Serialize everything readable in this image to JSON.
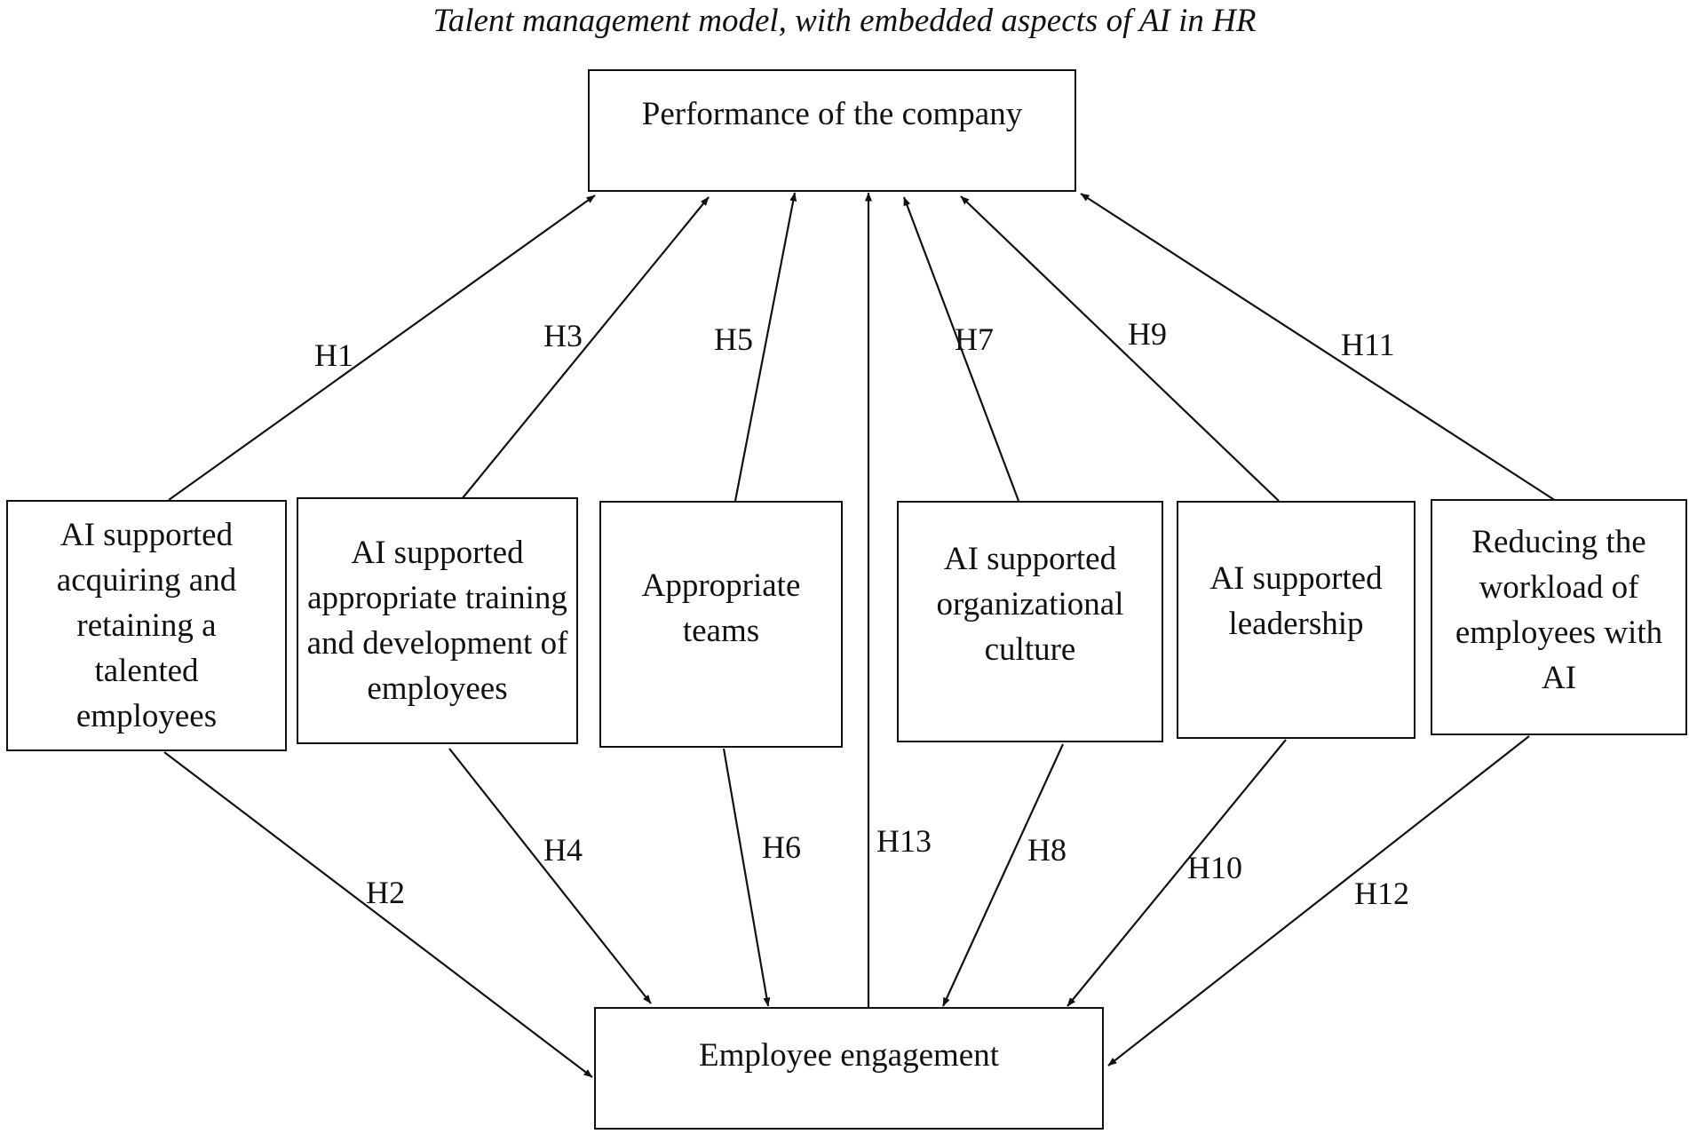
{
  "title": "Talent management model, with embedded aspects of AI in HR",
  "colors": {
    "line": "#111111",
    "background": "#ffffff"
  },
  "nodes": {
    "performance": "Performance of the company",
    "engagement": "Employee engagement",
    "acquiring": "AI supported acquiring and retaining a talented employees",
    "training": "AI supported appropriate training and development of employees",
    "teams": "Appropriate teams",
    "culture": "AI supported organizational culture",
    "leadership": "AI supported leadership",
    "workload": "Reducing the workload of employees with AI"
  },
  "edges": [
    {
      "label": "H1",
      "from": "acquiring",
      "to": "performance"
    },
    {
      "label": "H2",
      "from": "acquiring",
      "to": "engagement"
    },
    {
      "label": "H3",
      "from": "training",
      "to": "performance"
    },
    {
      "label": "H4",
      "from": "training",
      "to": "engagement"
    },
    {
      "label": "H5",
      "from": "teams",
      "to": "performance"
    },
    {
      "label": "H6",
      "from": "teams",
      "to": "engagement"
    },
    {
      "label": "H7",
      "from": "culture",
      "to": "performance"
    },
    {
      "label": "H8",
      "from": "culture",
      "to": "engagement"
    },
    {
      "label": "H9",
      "from": "leadership",
      "to": "performance"
    },
    {
      "label": "H10",
      "from": "leadership",
      "to": "engagement"
    },
    {
      "label": "H11",
      "from": "workload",
      "to": "performance"
    },
    {
      "label": "H12",
      "from": "workload",
      "to": "engagement"
    },
    {
      "label": "H13",
      "from": "engagement",
      "to": "performance"
    }
  ]
}
